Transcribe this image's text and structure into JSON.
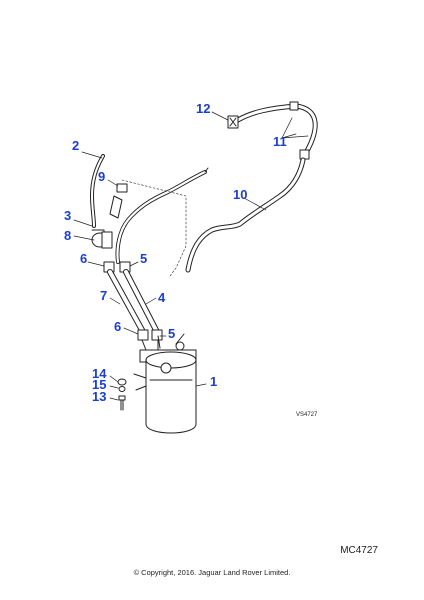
{
  "diagram": {
    "callouts": [
      {
        "id": "c1",
        "label": "1"
      },
      {
        "id": "c2",
        "label": "2"
      },
      {
        "id": "c3",
        "label": "3"
      },
      {
        "id": "c4",
        "label": "4"
      },
      {
        "id": "c5a",
        "label": "5"
      },
      {
        "id": "c5b",
        "label": "5"
      },
      {
        "id": "c6a",
        "label": "6"
      },
      {
        "id": "c6b",
        "label": "6"
      },
      {
        "id": "c7",
        "label": "7"
      },
      {
        "id": "c8",
        "label": "8"
      },
      {
        "id": "c9",
        "label": "9"
      },
      {
        "id": "c10",
        "label": "10"
      },
      {
        "id": "c11",
        "label": "11"
      },
      {
        "id": "c12",
        "label": "12"
      },
      {
        "id": "c13",
        "label": "13"
      },
      {
        "id": "c14",
        "label": "14"
      },
      {
        "id": "c15",
        "label": "15"
      }
    ],
    "reference_code": "VS4727",
    "callout_color": "#1a3fcf"
  },
  "footer": {
    "code": "MC4727",
    "copyright": "© Copyright, 2016. Jaguar Land Rover Limited."
  }
}
